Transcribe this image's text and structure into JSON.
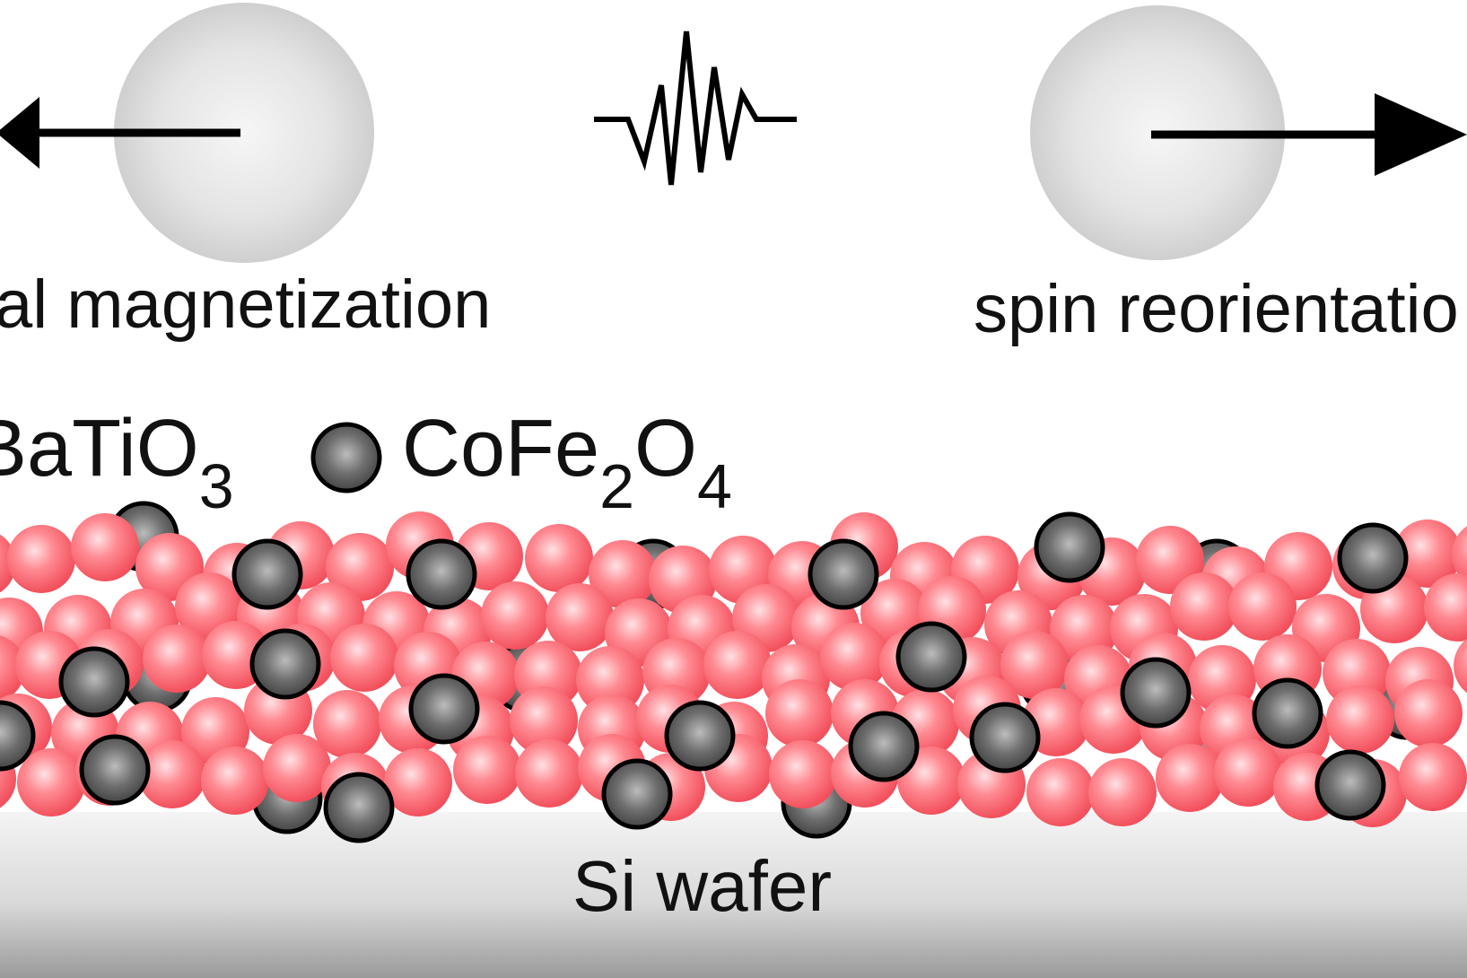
{
  "labels": {
    "left_state": "al magnetization",
    "right_state": "spin reorientatio",
    "substrate": "Si wafer"
  },
  "legend": [
    {
      "formula_main": "BaTiO",
      "sub1": "3",
      "color": "#ff6b74",
      "icon": "red-sphere-icon"
    },
    {
      "formula_main": "CoFe",
      "sub1": "2",
      "mid": "O",
      "sub2": "4",
      "color": "#3a3a3a",
      "icon": "gray-sphere-icon"
    }
  ],
  "icons": {
    "left_arrow": "arrow-left-icon",
    "right_arrow": "arrow-right-icon",
    "zigzag": "zigzag-signal-icon",
    "left_sphere": "magnetic-sphere-icon",
    "right_sphere": "magnetic-sphere-icon"
  },
  "colors": {
    "batio3": "#ff6b74",
    "cofe2o4": "#3a3a3a",
    "text": "#111111"
  }
}
